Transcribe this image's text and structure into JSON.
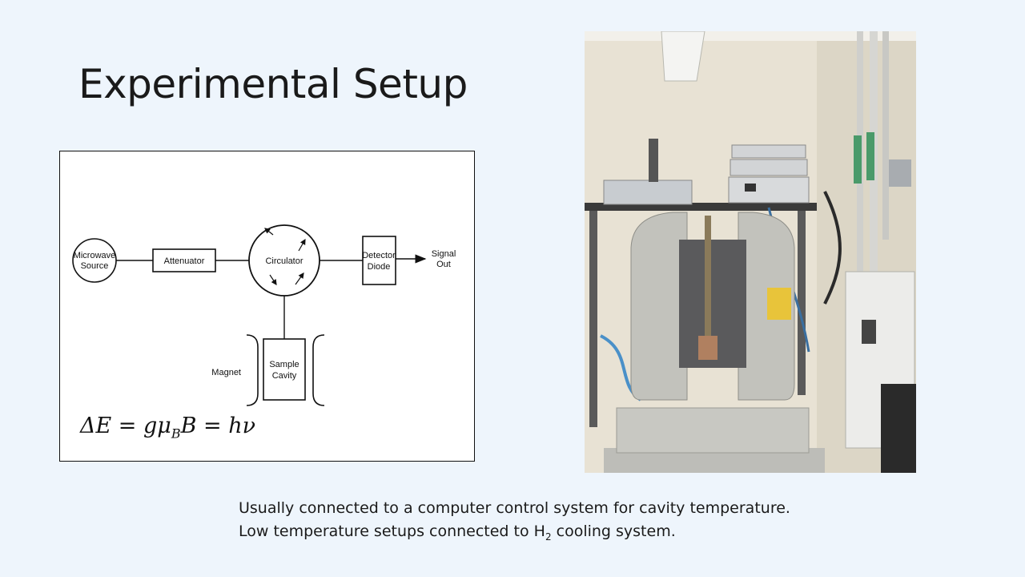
{
  "title": "Experimental Setup",
  "diagram": {
    "microwave_source": [
      "Microwave",
      "Source"
    ],
    "attenuator": "Attenuator",
    "circulator": "Circulator",
    "detector_diode": [
      "Detector",
      "Diode"
    ],
    "signal_out": [
      "Signal",
      "Out"
    ],
    "magnet": "Magnet",
    "sample_cavity": [
      "Sample",
      "Cavity"
    ]
  },
  "equation": {
    "delta_e": "ΔE",
    "equals1": " = ",
    "g_mu": "gμ",
    "sub_b": "B",
    "b": "B",
    "equals2": " = ",
    "h_nu": "hν"
  },
  "caption": {
    "line1": "Usually connected to a computer control system for cavity temperature.",
    "line2_pre": "Low temperature setups connected to H",
    "line2_sub": "2",
    "line2_post": " cooling system."
  },
  "photo": {
    "description_icon": "epr-spectrometer-photo"
  }
}
